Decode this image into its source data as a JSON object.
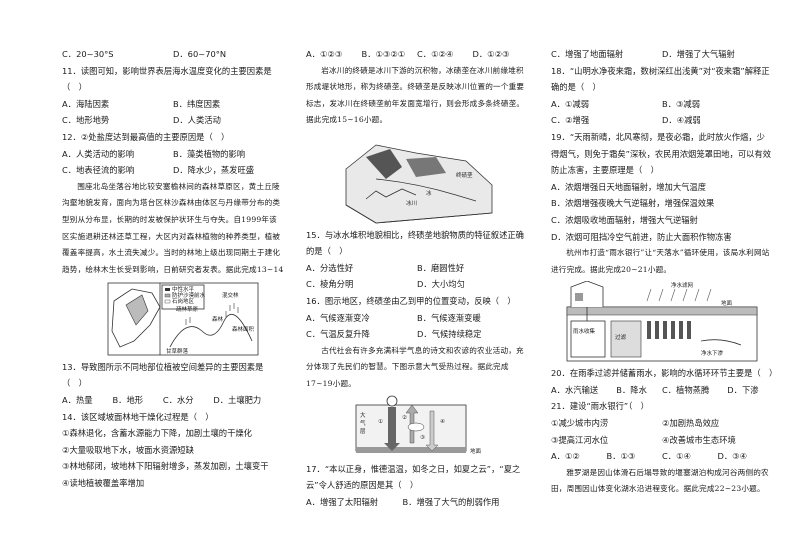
{
  "col1": {
    "line0": {
      "a": "C．20~30°S",
      "b": "D．60~70°N"
    },
    "q11": "11．读图可知，影响世界表层海水温度变化的主要因素是",
    "q11p": "（　）",
    "q11o1": {
      "a": "A．海陆因素",
      "b": "B．纬度因素"
    },
    "q11o2": {
      "a": "C．地形地势",
      "b": "D．人类活动"
    },
    "q12": "12．②处盐度达到最高值的主要原因是（　）",
    "q12o1": {
      "a": "A．人类活动的影响",
      "b": "B．藻类植物的影响"
    },
    "q12o2": {
      "a": "C．地表径流的影响",
      "b": "D．降水少，蒸发旺盛"
    },
    "passage": "围座北岛坐落谷地比较安塞榆林间的森林草原区，黄土丘陵沟壑地貌发育，面向为塔台区林沙森林由体区与丹缘带分布的类型别从分布显，长期的时发被保护状环生与夺失。自1999年该区实施退耕还林还草工程，大区内对森林植物的种养类型，植被覆盖率提高，水土流失减少。当时的林地上级出现同期土于建化趋势，绘林木生长受到影响，日前研究者发表。据此完成13~14小题。",
    "fig_labels": {
      "l1": "中性水平",
      "l2": "防护沙漠前水",
      "l3": "石岗地区",
      "l4": "森林",
      "l5": "混交林",
      "l6": "疏林草原",
      "l7": "森林面积",
      "l8": "甘草群落"
    },
    "q13": "13．导致图所示不同地部位植被空间差异的主要因素是",
    "q13p": "（　）",
    "q13o": {
      "a": "A．热量",
      "b": "B．地形",
      "c": "C．水分",
      "d": "D．土壤肥力"
    },
    "q14": "14．该区域坡面林地干燥化过程是（　）",
    "q14s1": "①森林退化，含蓄水源能力下降，加剧土壤的干燥化",
    "q14s2": "②大量吸取地下水，坡面水资源短缺",
    "q14s3": "③林地郁闭，坡地林下阳辐射增多，蒸发加剧，土壤变干",
    "q14s4": "④读地植被覆盖率增加"
  },
  "col2": {
    "line0": {
      "a": "A．①②③",
      "b": "B．①③②①",
      "c": "C．①②④",
      "d": "D．①②③"
    },
    "passage1": "岩冰川的终碛是冰川下游的沉积物，冰碛垄在冰川前缘堆积形成堤状地形，称为终碛垄。终碛垄是反映冰川位置的一个重要标志，发冰川在终碛垄前年发面宽增行，则会形成多条终碛垄。据此完成15~16小题。",
    "fig1_labels": {
      "l1": "终碛垄",
      "l2": "冰川",
      "l3": "冰"
    },
    "q15": "15．与冰水堆积地貌相比，终碛垄地貌物质的特征叙述正确的是（　）",
    "q15o1": {
      "a": "A．分选性好",
      "b": "B．磨圆性好"
    },
    "q15o2": {
      "a": "C．棱角分明",
      "b": "D．大小均匀"
    },
    "q16": "16．图示地区，终碛垄由乙到甲的位置变动，反映（　）",
    "q16o1": {
      "a": "A．气候逐渐变冷",
      "b": "B．气候逐渐变暖"
    },
    "q16o2": {
      "a": "C．气温反复升降",
      "b": "D．气候持续稳定"
    },
    "passage2": "古代社会有许多充满科学气息的诗文和农谚的农业活动，充分体现了先民们的智慧。下图示意大气受热过程。据此完成17~19小题。",
    "fig2_labels": {
      "l1": "大",
      "l2": "气",
      "l3": "层",
      "l4": "①",
      "l5": "②",
      "l6": "③",
      "l7": "④",
      "l8": "地面"
    },
    "q17": "17．“本以正身，惟德温温，如冬之日，如夏之云”，“夏之云”令人舒适的原因是其（　）",
    "q17o": {
      "a": "A．增强了太阳辐射",
      "b": "B．增强了大气的削弱作用"
    }
  },
  "col3": {
    "line0": {
      "a": "C．增强了地面辐射",
      "b": "D．增强了大气辐射"
    },
    "q18": "18．“山明水净夜来霜，数树深红出浅黄”对“夜来霜”解释正确的是（　）",
    "q18o1": {
      "a": "A．①减弱",
      "b": "B．③减弱"
    },
    "q18o2": {
      "a": "C．②增强",
      "b": "D．④减弱"
    },
    "q19": "19．“天雨新晴，北风寒彻，是夜必霜，此时放火作熅，少得烟气，则免于霜矣”深秋，农民用浓烟笼罩田地，可以有效防止冻害，主要原理是（　）",
    "q19a": "A．浓烟增强日天地面辐射，增加大气温度",
    "q19b": "B．浓烟增强夜晚大气逆辐射，增强保温效果",
    "q19c": "C．浓烟吸收地面辐射，增强大气逆辐射",
    "q19d": "D．浓烟可阻挡冷空气前进，防止大面积作物冻害",
    "passage": "杭州市打造“雨水银行”让“天落水”循环使用，该局水利网站进行完成。据此完成20~21小题。",
    "fig_labels": {
      "l1": "净水滤网",
      "l2": "地面",
      "l3": "雨水收集",
      "l4": "过滤",
      "l5": "净水下渗"
    },
    "q20": "20．在雨季过滤并储蓄雨水，影响的水循环环节主要是（　）",
    "q20o": {
      "a": "A．水汽输送",
      "b": "B．降水",
      "c": "C．植物蒸腾",
      "d": "D．下渗"
    },
    "q21": "21．建设“雨水银行”（　）",
    "q21s1": {
      "a": "①减少城市内涝",
      "b": "②加剧热岛效应"
    },
    "q21s2": {
      "a": "③提高江河水位",
      "b": "④改善城市生态环境"
    },
    "q21o": {
      "a": "A．①②",
      "b": "B．①③",
      "c": "C．①④",
      "d": "D．③④"
    },
    "passage2": "雅罗湖是因山体滑石后塌导致的堰塞湖泊构成河谷两侧的农田，周围因山体变化湖水沿进程变化。据此完成22~23小题。"
  }
}
